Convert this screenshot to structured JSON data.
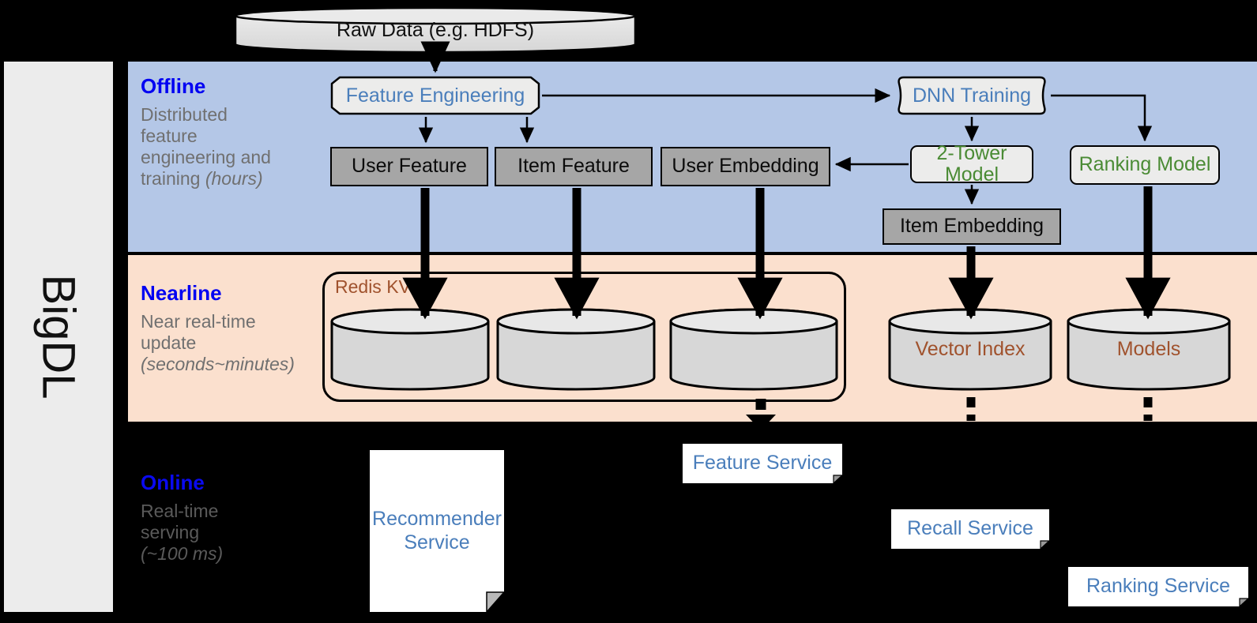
{
  "rail": {
    "label": "BigDL"
  },
  "bands": [
    {
      "id": "offline",
      "title": "Offline",
      "subtitle": "Distributed feature engineering and training (hours)",
      "color": "#b4c7e7"
    },
    {
      "id": "nearline",
      "title": "Nearline",
      "subtitle": "Near real-time update (seconds~minutes)",
      "color": "#fbe0ce"
    },
    {
      "id": "online",
      "title": "Online",
      "subtitle": "Real-time serving (~100 ms)",
      "color": "#000000"
    }
  ],
  "source": {
    "label": "Raw Data (e.g. HDFS)"
  },
  "offline": {
    "feature_engineering": "Feature Engineering",
    "dnn_training": "DNN Training",
    "user_feature": "User Feature",
    "item_feature": "Item Feature",
    "user_embedding": "User Embedding",
    "two_tower_model": "2-Tower Model",
    "ranking_model": "Ranking Model",
    "item_embedding": "Item Embedding"
  },
  "nearline": {
    "redis_group": "Redis KV",
    "kv_stores": [
      "",
      "",
      ""
    ],
    "vector_index": "Vector Index",
    "models": "Models"
  },
  "online": {
    "recommender_service": "Recommender Service",
    "feature_service": "Feature Service",
    "recall_service": "Recall Service",
    "ranking_service": "Ranking Service"
  },
  "colors": {
    "band_offline": "#b4c7e7",
    "band_nearline": "#fbe0ce",
    "band_online": "#000000",
    "title_blue": "#0000f2",
    "label_blue": "#4a7ebb",
    "label_green": "#4a8b34",
    "label_brown": "#a0522d",
    "grey_fill": "#a6a6a6",
    "light_fill": "#ececeb"
  }
}
